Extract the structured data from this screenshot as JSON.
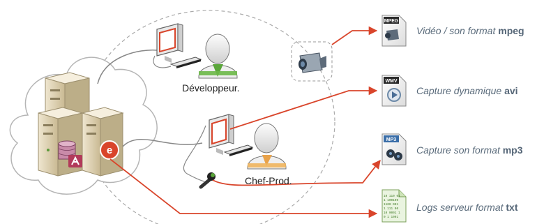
{
  "people": {
    "developer": "Développeur.",
    "chef": "Chef-Prod."
  },
  "outputs": [
    {
      "text": "Vidéo / son format ",
      "format": "mpeg",
      "badge": "MPEG",
      "icon": "video-camera-file-icon"
    },
    {
      "text": "Capture dynamique ",
      "format": "avi",
      "badge": "WMV",
      "icon": "play-file-icon"
    },
    {
      "text": "Capture son format ",
      "format": "mp3",
      "badge": "MP3",
      "icon": "audio-file-icon"
    },
    {
      "text": "Logs serveur format ",
      "format": "txt",
      "badge": "",
      "icon": "log-text-file-icon"
    }
  ],
  "log_file_lines": [
    "10 110 01",
    "1 100100",
    "1100 001",
    "1 111 00",
    "10 0001 1",
    "0 1 1001"
  ],
  "colors": {
    "arrow": "#d9452b",
    "label": "#5a6b7b",
    "cloud_stroke": "#b5b5b5",
    "server": "#d9ccae",
    "badge_e": "#d9452b"
  }
}
